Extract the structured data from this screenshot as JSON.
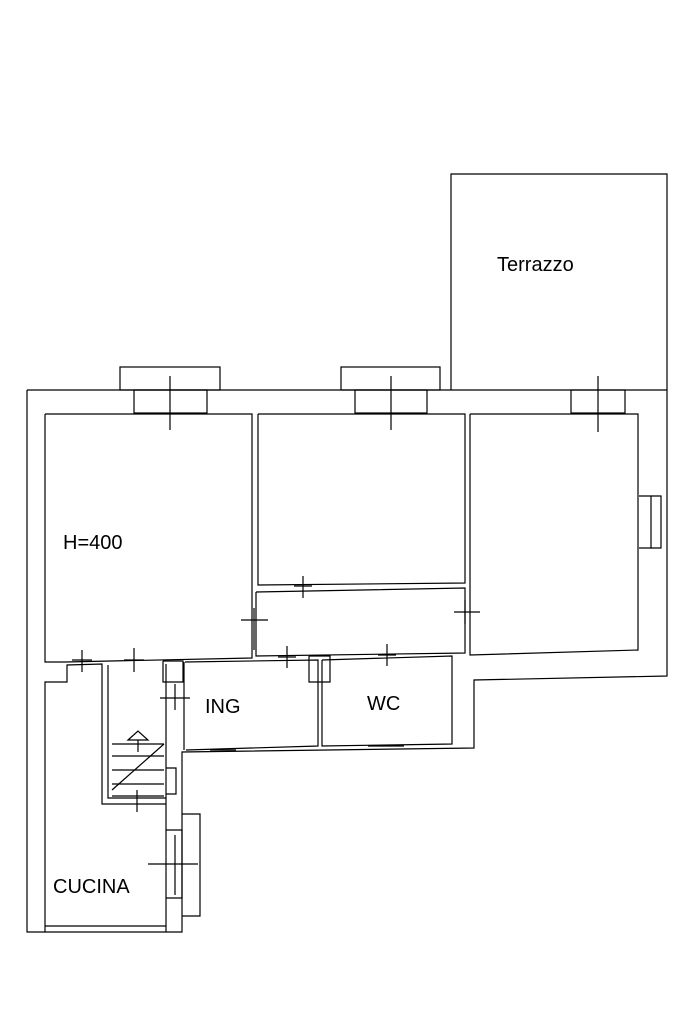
{
  "plan": {
    "rooms": [
      {
        "id": "terrazzo",
        "label": "Terrazzo"
      },
      {
        "id": "height",
        "label": "H=400"
      },
      {
        "id": "ing",
        "label": "ING"
      },
      {
        "id": "wc",
        "label": "WC"
      },
      {
        "id": "cucina",
        "label": "CUCINA"
      }
    ],
    "colors": {
      "line": "#000000",
      "background": "#ffffff"
    }
  }
}
